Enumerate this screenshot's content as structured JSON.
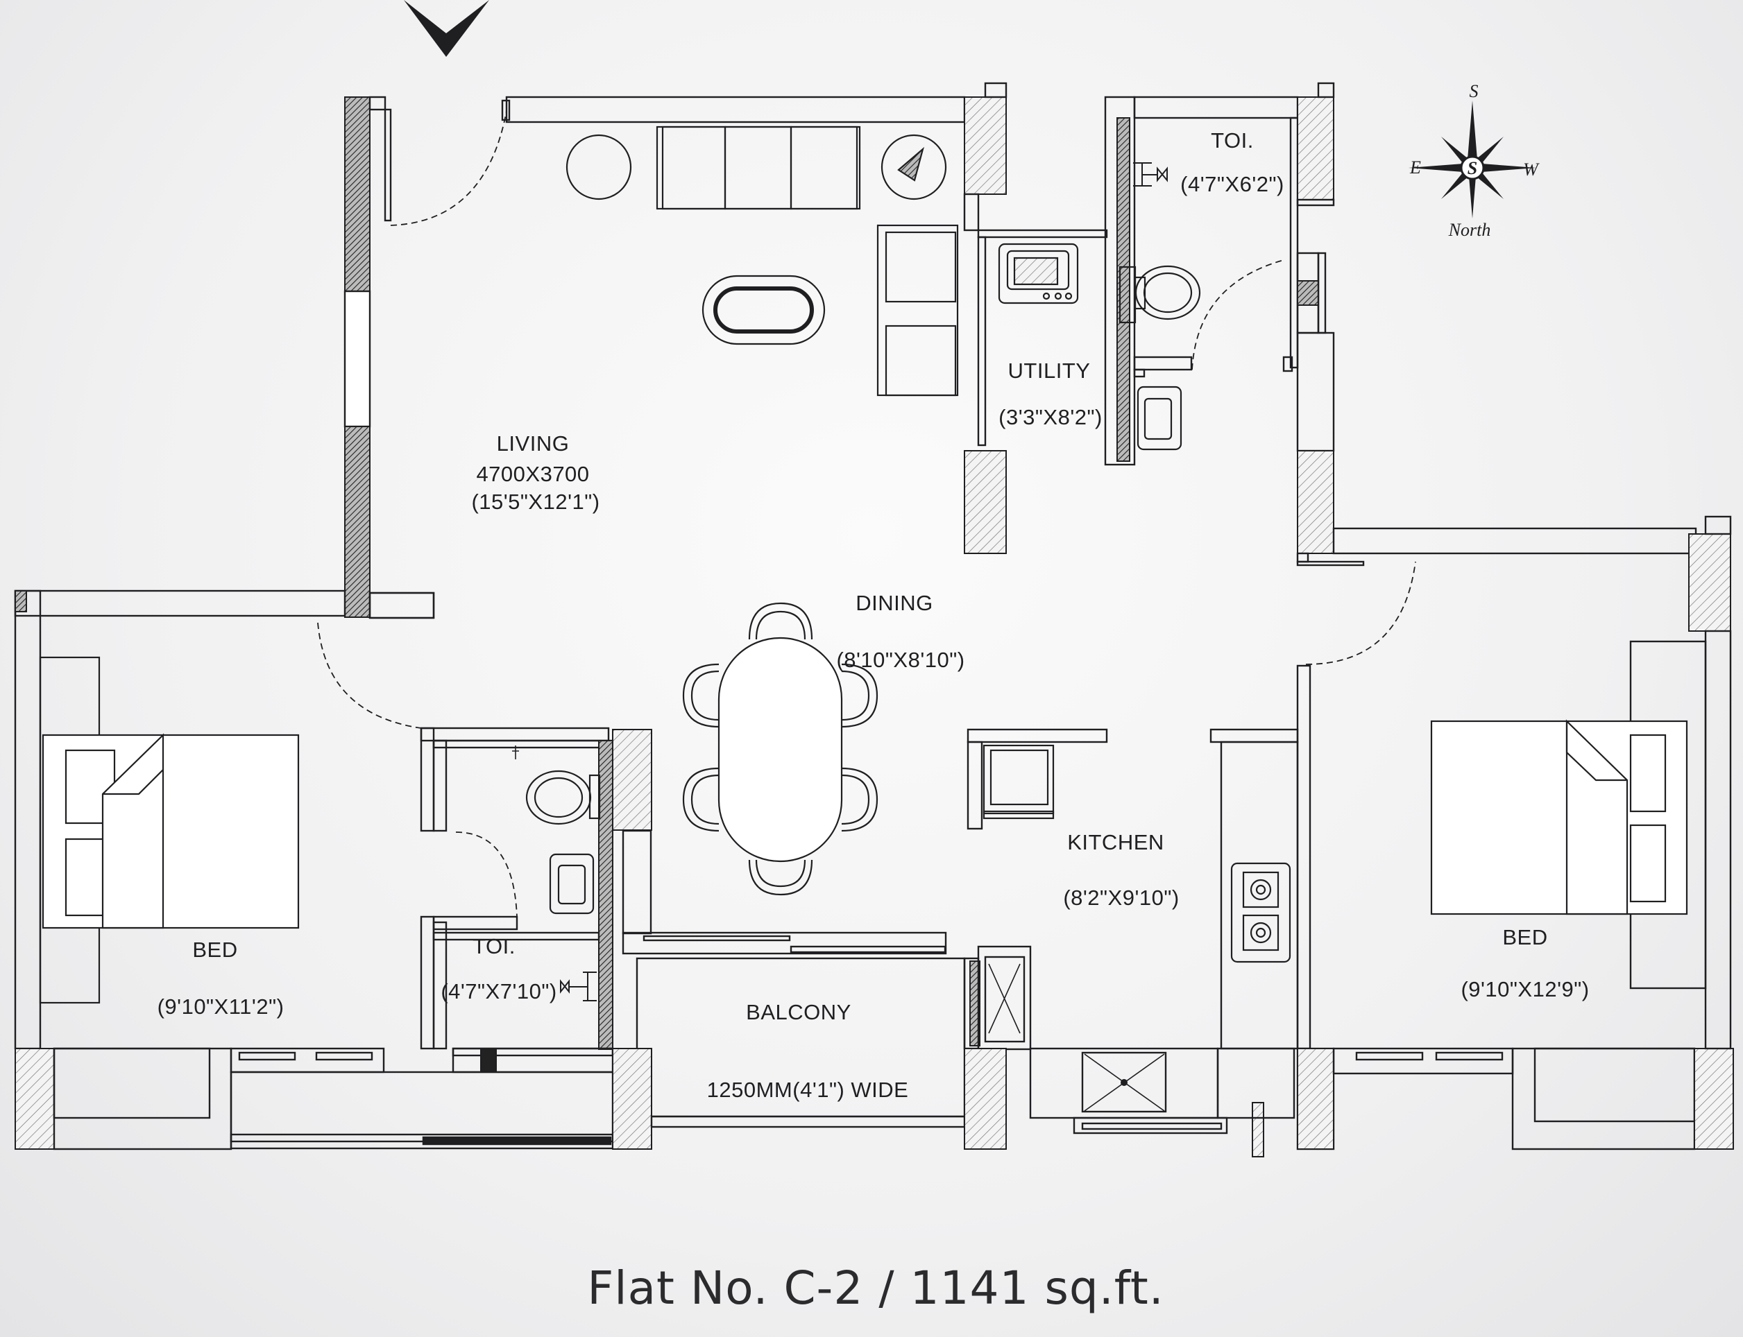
{
  "rooms": {
    "living": {
      "name": "LIVING",
      "size_mm": "4700X3700",
      "size_ft": "(15'5\"X12'1\")"
    },
    "utility": {
      "name": "UTILITY",
      "size_ft": "(3'3\"X8'2\")"
    },
    "toilet_top": {
      "name": "TOI.",
      "size_ft": "(4'7\"X6'2\")"
    },
    "dining": {
      "name": "DINING",
      "size_ft": "(8'10\"X8'10\")"
    },
    "kitchen": {
      "name": "KITCHEN",
      "size_ft": "(8'2\"X9'10\")"
    },
    "bed_left": {
      "name": "BED",
      "size_ft": "(9'10\"X11'2\")"
    },
    "toilet_bottom": {
      "name": "TOI.",
      "size_ft": "(4'7\"X7'10\")"
    },
    "balcony": {
      "name": "BALCONY",
      "width": "1250MM(4'1\") WIDE"
    },
    "bed_right": {
      "name": "BED",
      "size_ft": "(9'10\"X12'9\")"
    }
  },
  "compass": {
    "top": "S",
    "left": "E",
    "right": "W",
    "bottom": "North",
    "center": "S"
  },
  "footer": {
    "title": "Flat No. C-2 / 1141 sq.ft."
  }
}
